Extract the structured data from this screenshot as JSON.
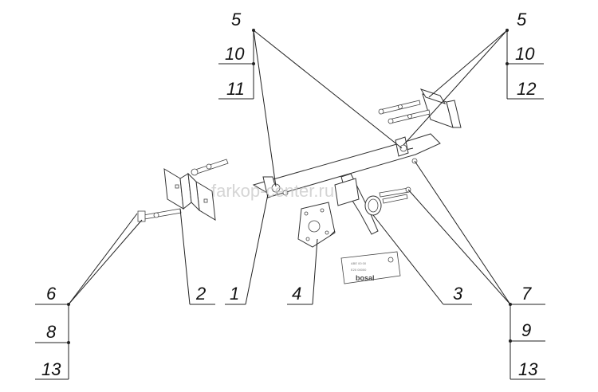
{
  "callouts": {
    "top_left": [
      "5",
      "10",
      "11"
    ],
    "top_right": [
      "5",
      "10",
      "12"
    ],
    "bottom_left": [
      "6",
      "8",
      "13"
    ],
    "bottom_right": [
      "7",
      "9",
      "13"
    ],
    "part_2": "2",
    "part_1": "1",
    "part_4": "4",
    "part_3": "3"
  },
  "watermark": "farkop-center.ru",
  "plate": {
    "brand": "bosal"
  }
}
